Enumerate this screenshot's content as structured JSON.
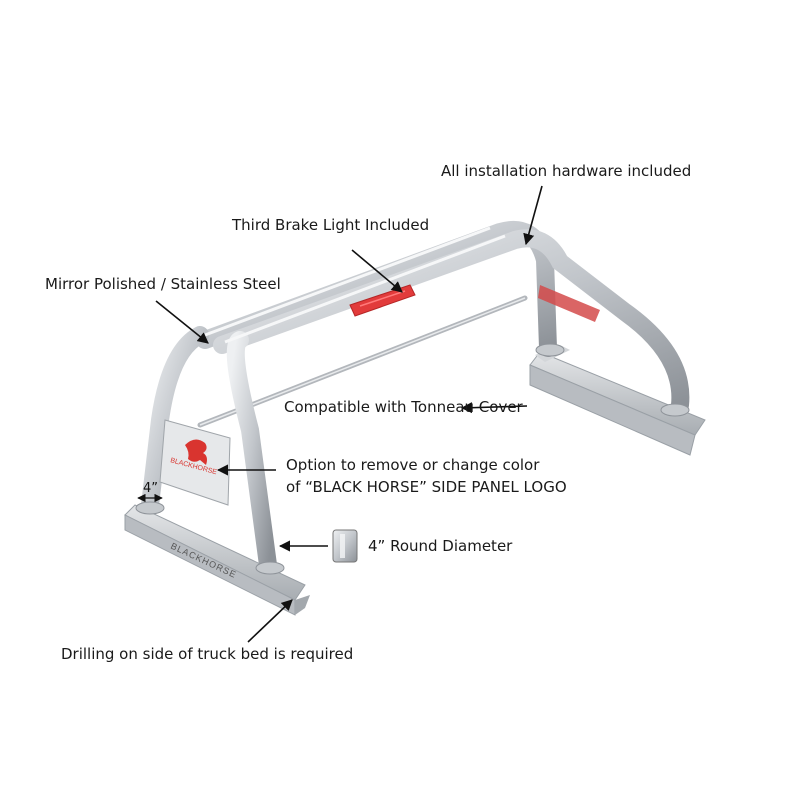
{
  "callouts": {
    "hardware": "All installation hardware included",
    "brake_light": "Third Brake Light Included",
    "material": "Mirror Polished / Stainless Steel",
    "tonneau": "Compatible with Tonneau Cover",
    "logo_line1": "Option to remove or change color",
    "logo_line2": "of “BLACK HORSE” SIDE PANEL LOGO",
    "diameter": "4” Round Diameter",
    "drilling": "Drilling on side of truck bed is required"
  },
  "dimension_label": "4”",
  "branding": {
    "panel_logo": "BLACKHORSE",
    "base_plate_logo": "BLACKHORSE"
  },
  "colors": {
    "steel": "#c9ccd0",
    "steel_dark": "#8f949a",
    "brake_light": "#e23b3b",
    "logo_red": "#d9342f"
  }
}
